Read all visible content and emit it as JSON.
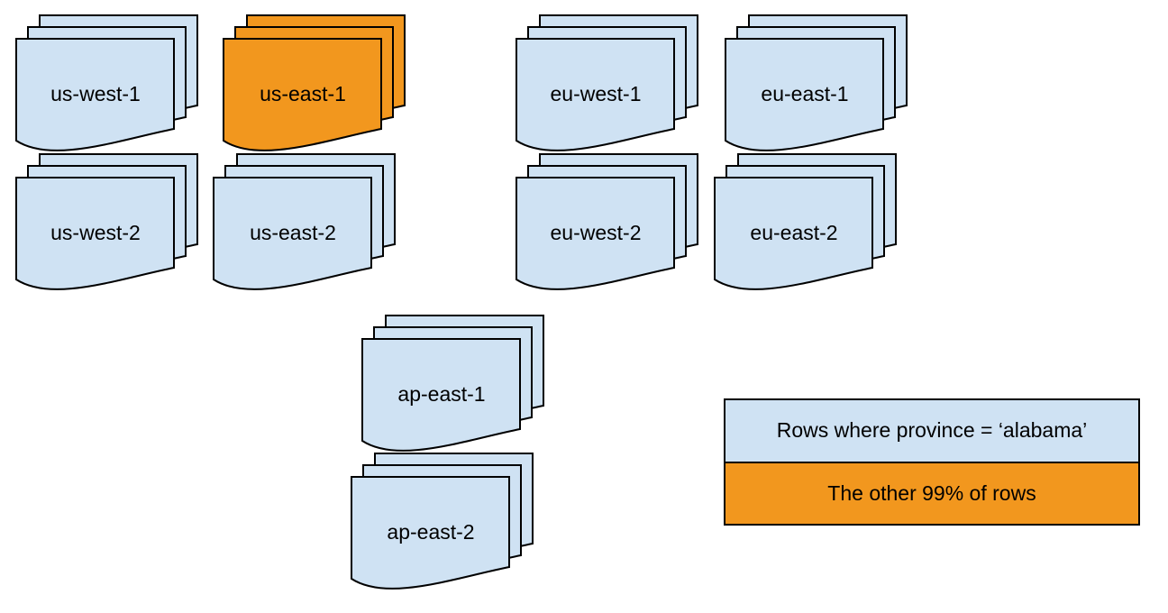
{
  "colors": {
    "background": "#FFFFFF",
    "doc_blue": "#CFE2F3",
    "doc_orange": "#F2971E",
    "stroke": "#000000"
  },
  "stacks": [
    {
      "label": "us-west-1",
      "highlight": false
    },
    {
      "label": "us-east-1",
      "highlight": true
    },
    {
      "label": "us-west-2",
      "highlight": false
    },
    {
      "label": "us-east-2",
      "highlight": false
    },
    {
      "label": "eu-west-1",
      "highlight": false
    },
    {
      "label": "eu-east-1",
      "highlight": false
    },
    {
      "label": "eu-west-2",
      "highlight": false
    },
    {
      "label": "eu-east-2",
      "highlight": false
    },
    {
      "label": "ap-east-1",
      "highlight": false
    },
    {
      "label": "ap-east-2",
      "highlight": false
    }
  ],
  "legend": {
    "items": [
      {
        "label": "Rows where province = ‘alabama’",
        "color": "#CFE2F3"
      },
      {
        "label": "The other 99% of rows",
        "color": "#F2971E"
      }
    ]
  }
}
